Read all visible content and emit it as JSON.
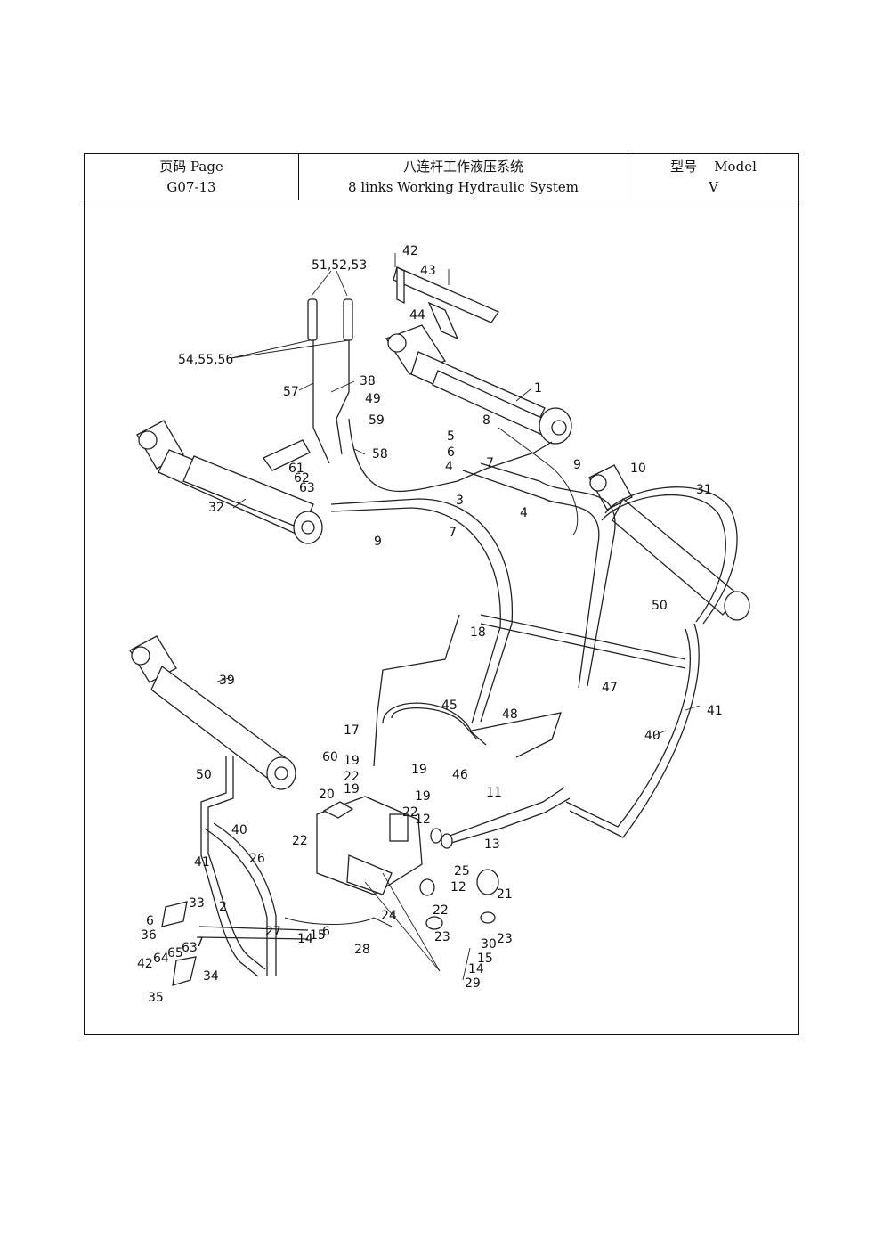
{
  "header": {
    "page_label": "页码 Page",
    "page_code": "G07-13",
    "title_cn": "八连杆工作液压系统",
    "title_en": "8 links Working Hydraulic System",
    "model_label": "型号    Model",
    "model_value": "V"
  },
  "callouts": [
    {
      "id": "c42a",
      "text": "42"
    },
    {
      "id": "c43",
      "text": "43"
    },
    {
      "id": "c44",
      "text": "44"
    },
    {
      "id": "c515253",
      "text": "51,52,53"
    },
    {
      "id": "c545556",
      "text": "54,55,56"
    },
    {
      "id": "c1",
      "text": "1"
    },
    {
      "id": "c57",
      "text": "57"
    },
    {
      "id": "c38",
      "text": "38"
    },
    {
      "id": "c49",
      "text": "49"
    },
    {
      "id": "c59",
      "text": "59"
    },
    {
      "id": "c58",
      "text": "58"
    },
    {
      "id": "c8",
      "text": "8"
    },
    {
      "id": "c5",
      "text": "5"
    },
    {
      "id": "c6a",
      "text": "6"
    },
    {
      "id": "c4a",
      "text": "4"
    },
    {
      "id": "c7a",
      "text": "7"
    },
    {
      "id": "c9a",
      "text": "9"
    },
    {
      "id": "c10",
      "text": "10"
    },
    {
      "id": "c31",
      "text": "31"
    },
    {
      "id": "c61",
      "text": "61"
    },
    {
      "id": "c62",
      "text": "62"
    },
    {
      "id": "c63a",
      "text": "63"
    },
    {
      "id": "c3",
      "text": "3"
    },
    {
      "id": "c4b",
      "text": "4"
    },
    {
      "id": "c32",
      "text": "32"
    },
    {
      "id": "c9b",
      "text": "9"
    },
    {
      "id": "c7b",
      "text": "7"
    },
    {
      "id": "c50a",
      "text": "50"
    },
    {
      "id": "c18",
      "text": "18"
    },
    {
      "id": "c39",
      "text": "39"
    },
    {
      "id": "c47",
      "text": "47"
    },
    {
      "id": "c45",
      "text": "45"
    },
    {
      "id": "c48",
      "text": "48"
    },
    {
      "id": "c41a",
      "text": "41"
    },
    {
      "id": "c40a",
      "text": "40"
    },
    {
      "id": "c17",
      "text": "17"
    },
    {
      "id": "c60",
      "text": "60"
    },
    {
      "id": "c19a",
      "text": "19"
    },
    {
      "id": "c22a",
      "text": "22"
    },
    {
      "id": "c19b",
      "text": "19"
    },
    {
      "id": "c46",
      "text": "46"
    },
    {
      "id": "c50b",
      "text": "50"
    },
    {
      "id": "c20",
      "text": "20"
    },
    {
      "id": "c19c",
      "text": "19"
    },
    {
      "id": "c19d",
      "text": "19"
    },
    {
      "id": "c11",
      "text": "11"
    },
    {
      "id": "c22b",
      "text": "22"
    },
    {
      "id": "c12a",
      "text": "12"
    },
    {
      "id": "c40b",
      "text": "40"
    },
    {
      "id": "c13",
      "text": "13"
    },
    {
      "id": "c41b",
      "text": "41"
    },
    {
      "id": "c22c",
      "text": "22"
    },
    {
      "id": "c26",
      "text": "26"
    },
    {
      "id": "c25",
      "text": "25"
    },
    {
      "id": "c12b",
      "text": "12"
    },
    {
      "id": "c21",
      "text": "21"
    },
    {
      "id": "c33",
      "text": "33"
    },
    {
      "id": "c2",
      "text": "2"
    },
    {
      "id": "c24",
      "text": "24"
    },
    {
      "id": "c22d",
      "text": "22"
    },
    {
      "id": "c6b",
      "text": "6"
    },
    {
      "id": "c36",
      "text": "36"
    },
    {
      "id": "c27",
      "text": "27"
    },
    {
      "id": "c14a",
      "text": "14"
    },
    {
      "id": "c15a",
      "text": "15"
    },
    {
      "id": "c6c",
      "text": "6"
    },
    {
      "id": "c23a",
      "text": "23"
    },
    {
      "id": "c30",
      "text": "30"
    },
    {
      "id": "c23b",
      "text": "23"
    },
    {
      "id": "c28",
      "text": "28"
    },
    {
      "id": "c15b",
      "text": "15"
    },
    {
      "id": "c42b",
      "text": "42"
    },
    {
      "id": "c64",
      "text": "64"
    },
    {
      "id": "c65",
      "text": "65"
    },
    {
      "id": "c63b",
      "text": "63"
    },
    {
      "id": "c7c",
      "text": "7"
    },
    {
      "id": "c14b",
      "text": "14"
    },
    {
      "id": "c34",
      "text": "34"
    },
    {
      "id": "c35",
      "text": "35"
    },
    {
      "id": "c29",
      "text": "29"
    }
  ]
}
